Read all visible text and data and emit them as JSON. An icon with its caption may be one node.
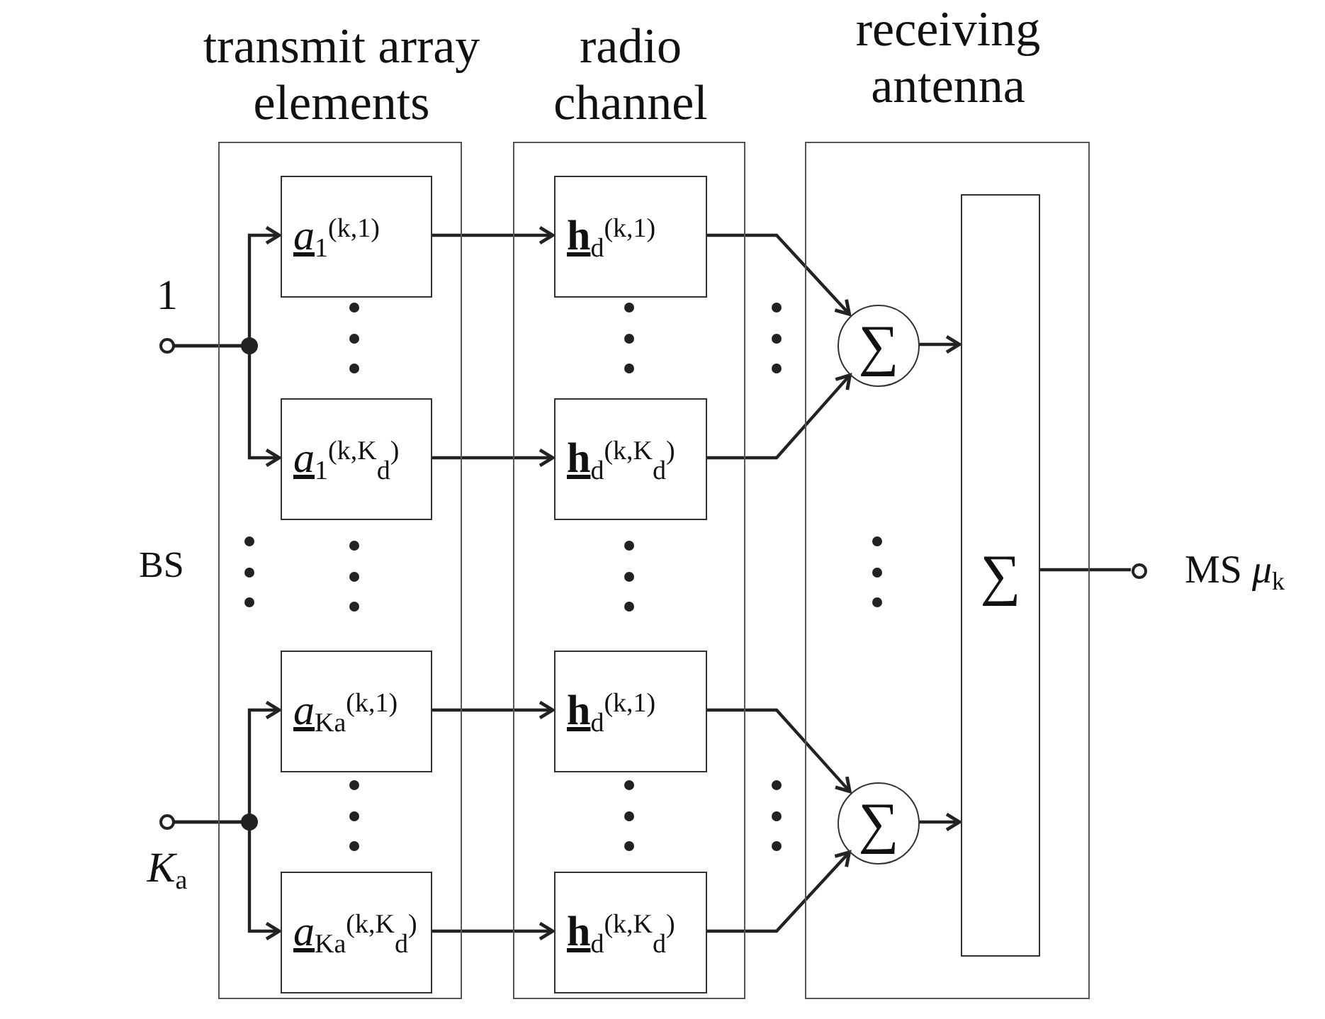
{
  "diagram": {
    "nodes": [
      {
        "text": [
          "transmit array elements"
        ]
      },
      {
        "text": [
          "radio channel"
        ]
      },
      {
        "text": [
          "receiving antenna"
        ]
      },
      {
        "text": [
          "*a*$_{1}$$^{(k,1)}$"
        ],
        "in": 0
      },
      {
        "text": [
          "*a*$_{1}$$^{(k,K}$$_{d}$$^{)}$"
        ],
        "in": 0
      },
      {
        "text": [
          "*a*$_{K}$$_{a}$$^{(k,1)}$"
        ],
        "in": 0
      },
      {
        "text": [
          "*a*$_{K}$$_{a}$$^{(k,K}$$_{d}$$^{)}$"
        ],
        "in": 0
      },
      {
        "text": [
          "**h**$_{d}$$^{(k,1)}$"
        ],
        "in": 1
      },
      {
        "text": [
          "**h**$_{d}$$^{(k,K}$$_{d}$$^{)}$"
        ],
        "in": 1
      },
      {
        "text": [
          "**h**$_{d}$$^{(k,1)}$"
        ],
        "in": 1
      },
      {
        "text": [
          "**h**$_{d}$$^{(k,K}$$_{d}$$^{)}$"
        ],
        "in": 1
      },
      {
        "text": [
          "∑"
        ],
        "in": 2
      },
      {
        "text": [
          "∑"
        ],
        "in": 2
      },
      {
        "text": [
          "∑"
        ],
        "in": 2
      },
      {
        "text": [
          "1"
        ]
      },
      {
        "text": [
          "*K*$_{a}$"
        ]
      },
      {
        "text": [
          "MS *μ*$_{k}$"
        ]
      }
    ],
    "edges": [
      {
        "from": 14,
        "to": 3,
        "arrow": "to"
      },
      {
        "from": 14,
        "to": 4,
        "arrow": "to"
      },
      {
        "from": 15,
        "to": 5,
        "arrow": "to"
      },
      {
        "from": 15,
        "to": 6,
        "arrow": "to"
      },
      {
        "from": 3,
        "to": 7,
        "arrow": "to"
      },
      {
        "from": 4,
        "to": 8,
        "arrow": "to"
      },
      {
        "from": 5,
        "to": 9,
        "arrow": "to"
      },
      {
        "from": 6,
        "to": 10,
        "arrow": "to"
      },
      {
        "from": 7,
        "to": 11,
        "arrow": "to"
      },
      {
        "from": 8,
        "to": 11,
        "arrow": "to"
      },
      {
        "from": 9,
        "to": 12,
        "arrow": "to"
      },
      {
        "from": 10,
        "to": 12,
        "arrow": "to"
      },
      {
        "from": 11,
        "to": 13,
        "arrow": "to"
      },
      {
        "from": 12,
        "to": 13,
        "arrow": "to"
      },
      {
        "from": 13,
        "to": 16,
        "arrow": "none"
      }
    ],
    "labels": [
      "BS"
    ]
  }
}
